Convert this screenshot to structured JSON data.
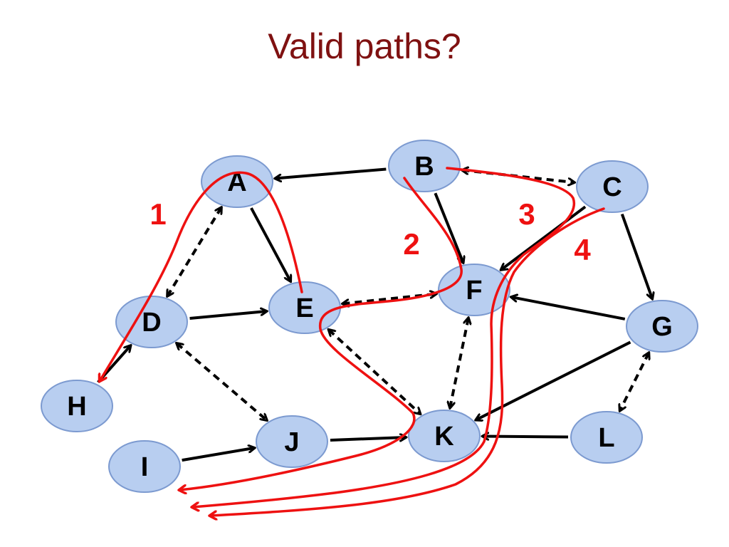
{
  "title": "Valid paths?",
  "colors": {
    "title": "#7f1111",
    "node_fill": "#b8cef0",
    "node_stroke": "#7c9ad0",
    "edge": "#000000",
    "path": "#ee1111"
  },
  "nodes": [
    {
      "id": "A",
      "label": "A"
    },
    {
      "id": "B",
      "label": "B"
    },
    {
      "id": "C",
      "label": "C"
    },
    {
      "id": "D",
      "label": "D"
    },
    {
      "id": "E",
      "label": "E"
    },
    {
      "id": "F",
      "label": "F"
    },
    {
      "id": "G",
      "label": "G"
    },
    {
      "id": "H",
      "label": "H"
    },
    {
      "id": "I",
      "label": "I"
    },
    {
      "id": "J",
      "label": "J"
    },
    {
      "id": "K",
      "label": "K"
    },
    {
      "id": "L",
      "label": "L"
    }
  ],
  "edges": [
    {
      "from": "B",
      "to": "A",
      "style": "solid",
      "direction": "forward"
    },
    {
      "from": "B",
      "to": "C",
      "style": "dashed",
      "direction": "both"
    },
    {
      "from": "B",
      "to": "F",
      "style": "solid",
      "direction": "forward"
    },
    {
      "from": "A",
      "to": "E",
      "style": "solid",
      "direction": "forward"
    },
    {
      "from": "A",
      "to": "D",
      "style": "dashed",
      "direction": "both"
    },
    {
      "from": "D",
      "to": "E",
      "style": "solid",
      "direction": "forward"
    },
    {
      "from": "H",
      "to": "D",
      "style": "solid",
      "direction": "forward"
    },
    {
      "from": "D",
      "to": "J",
      "style": "dashed",
      "direction": "both"
    },
    {
      "from": "I",
      "to": "J",
      "style": "solid",
      "direction": "forward"
    },
    {
      "from": "J",
      "to": "K",
      "style": "solid",
      "direction": "forward"
    },
    {
      "from": "E",
      "to": "F",
      "style": "dashed",
      "direction": "both"
    },
    {
      "from": "E",
      "to": "K",
      "style": "dashed",
      "direction": "both"
    },
    {
      "from": "F",
      "to": "K",
      "style": "dashed",
      "direction": "both"
    },
    {
      "from": "C",
      "to": "F",
      "style": "solid",
      "direction": "forward"
    },
    {
      "from": "C",
      "to": "G",
      "style": "solid",
      "direction": "forward"
    },
    {
      "from": "G",
      "to": "F",
      "style": "solid",
      "direction": "forward"
    },
    {
      "from": "G",
      "to": "K",
      "style": "solid",
      "direction": "forward"
    },
    {
      "from": "L",
      "to": "K",
      "style": "solid",
      "direction": "forward"
    },
    {
      "from": "G",
      "to": "L",
      "style": "dashed",
      "direction": "both"
    }
  ],
  "paths": [
    {
      "id": "1",
      "label": "1",
      "route": [
        "E",
        "A",
        "H"
      ]
    },
    {
      "id": "2",
      "label": "2",
      "route": [
        "B",
        "F",
        "E",
        "K",
        "I"
      ]
    },
    {
      "id": "3",
      "label": "3",
      "route": [
        "B",
        "C",
        "F",
        "K",
        "I"
      ]
    },
    {
      "id": "4",
      "label": "4",
      "route": [
        "C",
        "F",
        "K",
        "I"
      ]
    }
  ]
}
